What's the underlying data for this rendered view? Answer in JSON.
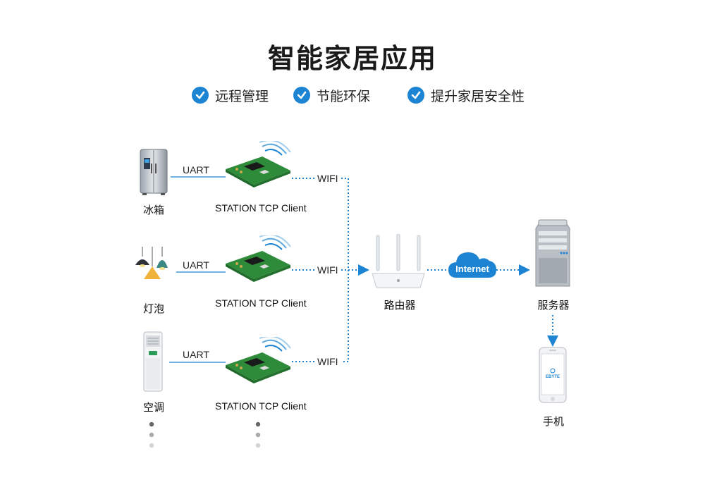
{
  "title": "智能家居应用",
  "features": [
    "远程管理",
    "节能环保",
    "提升家居安全性"
  ],
  "devices": [
    {
      "label": "冰箱",
      "link": "UART",
      "module": "STATION  TCP Client",
      "wifi": "WIFI"
    },
    {
      "label": "灯泡",
      "link": "UART",
      "module": "STATION  TCP Client",
      "wifi": "WIFI"
    },
    {
      "label": "空调",
      "link": "UART",
      "module": "STATION  TCP Client",
      "wifi": "WIFI"
    }
  ],
  "router": {
    "label": "路由器"
  },
  "cloud": {
    "label": "Internet"
  },
  "server": {
    "label": "服务器"
  },
  "phone": {
    "label": "手机",
    "brand": "EBYTE"
  },
  "colors": {
    "accent": "#1c84d2",
    "board": "#2e8b3a",
    "line": "#1c84d2"
  }
}
